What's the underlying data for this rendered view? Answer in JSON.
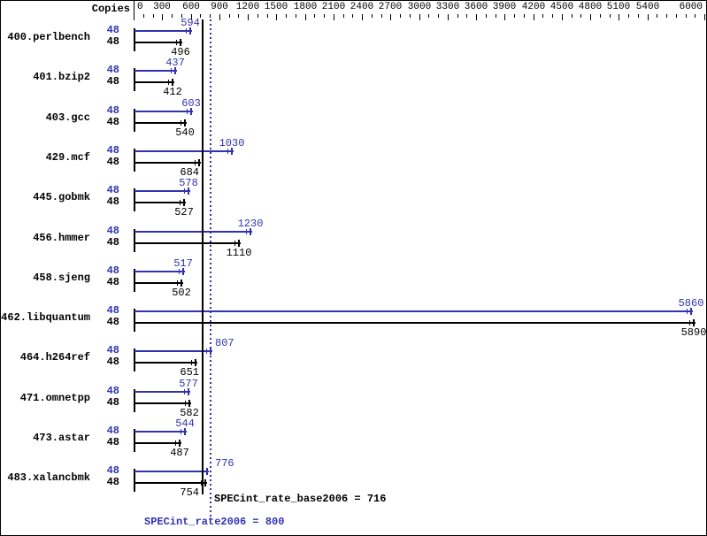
{
  "header": {
    "copies_label": "Copies"
  },
  "axis": {
    "min": 0,
    "max": 6000,
    "minor_step": 100,
    "major_step": 300,
    "labeled_ticks": [
      0,
      300,
      600,
      900,
      1200,
      1500,
      1800,
      2100,
      2400,
      2700,
      3000,
      3300,
      3600,
      3900,
      4200,
      4500,
      4800,
      5100,
      5400,
      6000
    ],
    "unlabeled_tick": 5700
  },
  "benchmarks": [
    {
      "name": "400.perlbench",
      "peak_copies": "48",
      "base_copies": "48",
      "peak": 594,
      "base": 496
    },
    {
      "name": "401.bzip2",
      "peak_copies": "48",
      "base_copies": "48",
      "peak": 437,
      "base": 412
    },
    {
      "name": "403.gcc",
      "peak_copies": "48",
      "base_copies": "48",
      "peak": 603,
      "base": 540
    },
    {
      "name": "429.mcf",
      "peak_copies": "48",
      "base_copies": "48",
      "peak": 1030,
      "base": 684
    },
    {
      "name": "445.gobmk",
      "peak_copies": "48",
      "base_copies": "48",
      "peak": 578,
      "base": 527
    },
    {
      "name": "456.hmmer",
      "peak_copies": "48",
      "base_copies": "48",
      "peak": 1230,
      "base": 1110
    },
    {
      "name": "458.sjeng",
      "peak_copies": "48",
      "base_copies": "48",
      "peak": 517,
      "base": 502
    },
    {
      "name": "462.libquantum",
      "peak_copies": "48",
      "base_copies": "48",
      "peak": 5860,
      "base": 5890
    },
    {
      "name": "464.h264ref",
      "peak_copies": "48",
      "base_copies": "48",
      "peak": 807,
      "base": 651
    },
    {
      "name": "471.omnetpp",
      "peak_copies": "48",
      "base_copies": "48",
      "peak": 577,
      "base": 582
    },
    {
      "name": "473.astar",
      "peak_copies": "48",
      "base_copies": "48",
      "peak": 544,
      "base": 487
    },
    {
      "name": "483.xalancbmk",
      "peak_copies": "48",
      "base_copies": "48",
      "peak": 776,
      "base": 754
    }
  ],
  "summary": {
    "base_text": "SPECint_rate_base2006 = 716",
    "base_value": 716,
    "peak_text": "SPECint_rate2006 = 800",
    "peak_value": 800
  },
  "colors": {
    "peak": "#3232b0",
    "base": "#000000"
  },
  "chart_data": {
    "type": "bar",
    "orientation": "horizontal",
    "categories": [
      "400.perlbench",
      "401.bzip2",
      "403.gcc",
      "429.mcf",
      "445.gobmk",
      "456.hmmer",
      "458.sjeng",
      "462.libquantum",
      "464.h264ref",
      "471.omnetpp",
      "473.astar",
      "483.xalancbmk"
    ],
    "series": [
      {
        "name": "SPECint_rate2006 (peak)",
        "color": "#3232b0",
        "copies": [
          48,
          48,
          48,
          48,
          48,
          48,
          48,
          48,
          48,
          48,
          48,
          48
        ],
        "values": [
          594,
          437,
          603,
          1030,
          578,
          1230,
          517,
          5860,
          807,
          577,
          544,
          776
        ]
      },
      {
        "name": "SPECint_rate_base2006 (base)",
        "color": "#000000",
        "copies": [
          48,
          48,
          48,
          48,
          48,
          48,
          48,
          48,
          48,
          48,
          48,
          48
        ],
        "values": [
          496,
          412,
          540,
          684,
          527,
          1110,
          502,
          5890,
          651,
          582,
          487,
          754
        ]
      }
    ],
    "copies_column_label": "Copies",
    "xlabel": "",
    "ylabel": "",
    "xlim": [
      0,
      6000
    ],
    "x_major_tick": 300,
    "x_minor_tick": 100,
    "grid": false,
    "legend_position": "none",
    "axis_position": "top",
    "reference_lines": [
      {
        "label": "SPECint_rate_base2006 = 716",
        "value": 716,
        "style": "solid",
        "color": "#000000"
      },
      {
        "label": "SPECint_rate2006 = 800",
        "value": 800,
        "style": "dotted",
        "color": "#3232b0"
      }
    ]
  }
}
